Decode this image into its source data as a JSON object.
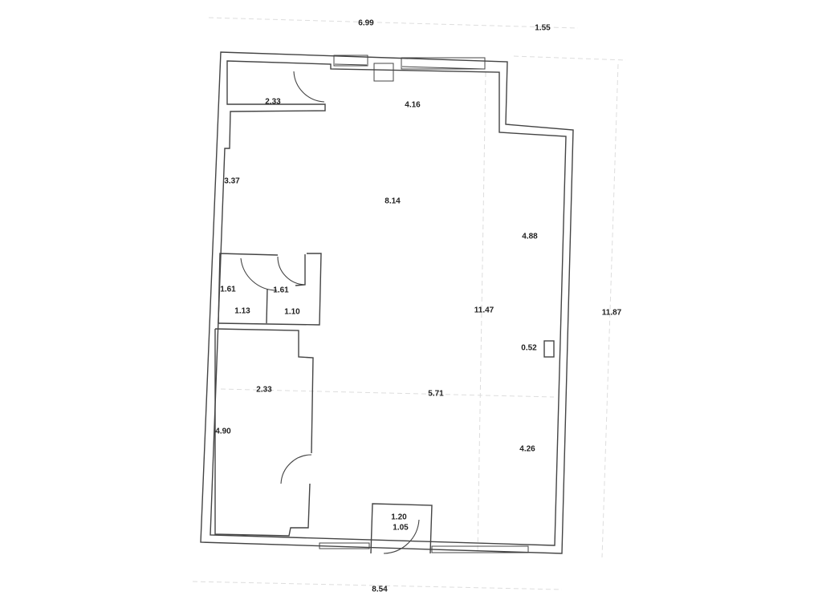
{
  "plan": {
    "dimensions": {
      "top_overall": "6.99",
      "top_right_offset": "1.55",
      "right_overall": "11.87",
      "bottom_overall": "8.54"
    },
    "rooms": {
      "storage_width": "2.33",
      "hall_top": "4.16",
      "left_wall_segment": "3.37",
      "main_width": "8.14",
      "right_upper": "4.88",
      "wc1_depth": "1.61",
      "wc2_depth": "1.61",
      "wc1_width": "1.13",
      "wc2_width": "1.10",
      "main_length": "11.47",
      "pillar": "0.52",
      "left_room_width": "2.33",
      "lower_width": "5.71",
      "left_room_length": "4.90",
      "right_lower": "4.26",
      "vestibule_width": "1.20",
      "vestibule_depth": "1.05"
    }
  }
}
